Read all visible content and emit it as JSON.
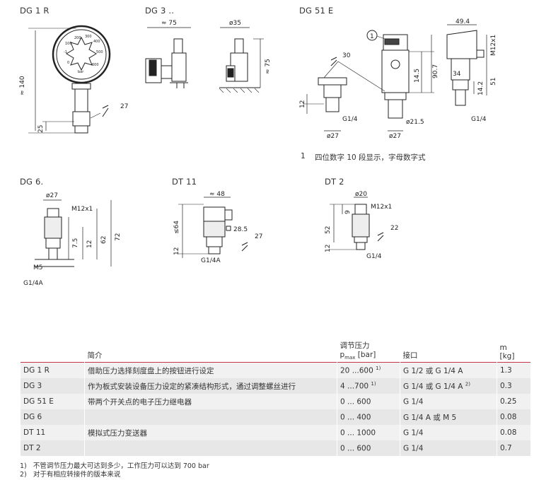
{
  "drawings": {
    "dg1r": {
      "title": "DG 1 R",
      "dims": [
        "≈ 140",
        "25",
        "27"
      ],
      "dial": [
        "-1",
        "0",
        "100",
        "200",
        "300",
        "400",
        "500",
        "600",
        "bar"
      ]
    },
    "dg3": {
      "title": "DG 3 ..",
      "dims": [
        "≈ 75",
        "ø35",
        "≈ 75"
      ]
    },
    "dg51e": {
      "title": "DG 51 E",
      "dims": [
        "1",
        "30",
        "12",
        "ø27",
        "G1/4",
        "14.5",
        "90.7",
        "ø21.5",
        "ø27",
        "49.4",
        "M12x1",
        "34",
        "14.2",
        "51",
        "G1/4"
      ]
    },
    "dg6": {
      "title": "DG 6.",
      "dims": [
        "ø27",
        "M12x1",
        "7.5",
        "12",
        "62",
        "72",
        "M5",
        "G1/4A"
      ]
    },
    "dt11": {
      "title": "DT 11",
      "dims": [
        "≈ 48",
        "≤64",
        "28.5",
        "27",
        "12",
        "G1/4A"
      ]
    },
    "dt2": {
      "title": "DT 2",
      "dims": [
        "ø20",
        "M12x1",
        "9",
        "52",
        "22",
        "12",
        "G1/4"
      ]
    }
  },
  "callout_note": {
    "num": "1",
    "text": "四位数字 10 段显示，字母数字式"
  },
  "table": {
    "headers": {
      "c0": "",
      "c1": "简介",
      "c2_line1": "调节压力",
      "c2_line2": "p",
      "c2_sub": "max",
      "c2_unit": " [bar]",
      "c3": "接口",
      "c4_line1": "m",
      "c4_line2": "[kg]"
    },
    "rows": [
      {
        "name": "DG 1 R",
        "desc": "借助压力选择刻度盘上的按钮进行设定",
        "pressure": "20 ...600",
        "p_note": "1)",
        "port": "G 1/2 或 G 1/4 A",
        "port_note": "",
        "mass": "1.3"
      },
      {
        "name": "DG 3",
        "desc": "作为板式安装设备压力设定的紧凑结构形式，通过调整螺丝进行",
        "pressure": "4 ...700",
        "p_note": "1)",
        "port": "G 1/4 或 G 1/4 A",
        "port_note": "2)",
        "mass": "0.3"
      },
      {
        "name": "DG 51 E",
        "desc": "带两个开关点的电子压力继电器",
        "pressure": "0 ... 600",
        "p_note": "",
        "port": "G 1/4",
        "port_note": "",
        "mass": "0.25"
      },
      {
        "name": "DG 6",
        "desc": "",
        "pressure": "0 ... 400",
        "p_note": "",
        "port": "G 1/4 A 或 M 5",
        "port_note": "",
        "mass": "0.08"
      },
      {
        "name": "DT 11",
        "desc": "模拟式压力变送器",
        "pressure": "0 ... 1000",
        "p_note": "",
        "port": "G 1/4",
        "port_note": "",
        "mass": "0.08"
      },
      {
        "name": "DT 2",
        "desc": "",
        "pressure": "0 ... 600",
        "p_note": "",
        "port": "G 1/4",
        "port_note": "",
        "mass": "0.7"
      }
    ]
  },
  "footnotes": [
    {
      "num": "1)",
      "text": "不管调节压力最大可达到多少，工作压力可以达到 700 bar"
    },
    {
      "num": "2)",
      "text": "对于有相应转接件的版本来说"
    }
  ]
}
